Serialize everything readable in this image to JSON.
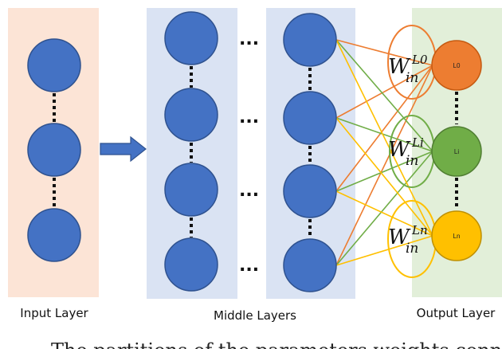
{
  "labels": {
    "input": "Input Layer",
    "middle": "Middle Layers",
    "output": "Output Layer"
  },
  "output_nodes": {
    "top": "L0",
    "mid": "Li",
    "bottom": "Ln"
  },
  "weights": {
    "top": {
      "base": "W",
      "sub": "in",
      "sup": "L0"
    },
    "mid": {
      "base": "W",
      "sub": "in",
      "sup": "Li"
    },
    "bottom": {
      "base": "W",
      "sub": "in",
      "sup": "Ln"
    }
  },
  "ellipsis": "...",
  "caption": "The partitions of the parameters weights connecting",
  "colors": {
    "input_bg": "#fce4d6",
    "middle_bg": "#dae3f3",
    "output_bg": "#e2efd9",
    "node_fill": "#4472c4",
    "node_stroke": "#2f528f",
    "out_top": "#ed7d31",
    "out_mid": "#70ad47",
    "out_bottom": "#ffc000"
  }
}
